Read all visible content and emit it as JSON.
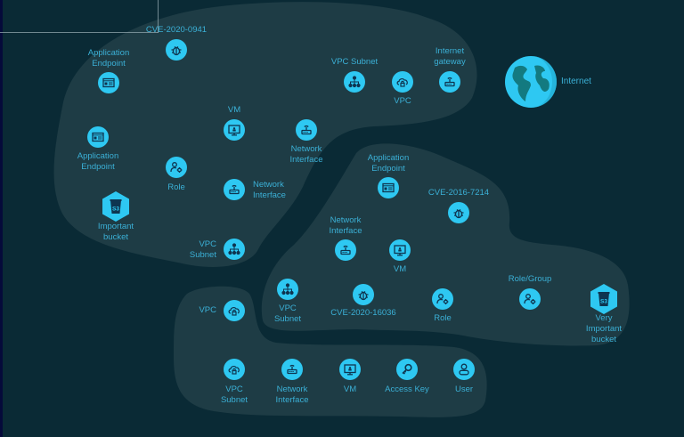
{
  "colors": {
    "background": "#0a2a35",
    "group_fill": "#1e3c45",
    "icon_fill": "#2ec8f2",
    "icon_glyph": "#0e3550",
    "label": "#3bb0d6"
  },
  "internet": {
    "label": "Internet",
    "icon": "globe-icon"
  },
  "groups": [
    {
      "name": "top-left-group",
      "nodes": [
        {
          "id": "cve-2020-0941",
          "label": "CVE-2020-0941",
          "icon": "bug-icon"
        },
        {
          "id": "app-endpoint-1",
          "label_l1": "Application",
          "label_l2": "Endpoint",
          "icon": "app-endpoint-icon"
        },
        {
          "id": "vpc-subnet-1",
          "label": "VPC Subnet",
          "icon": "subnet-icon"
        },
        {
          "id": "vpc-1",
          "label": "VPC",
          "icon": "cloud-lock-icon"
        },
        {
          "id": "internet-gateway",
          "label_l1": "Internet",
          "label_l2": "gateway",
          "icon": "router-icon"
        },
        {
          "id": "vm-1",
          "label": "VM",
          "icon": "monitor-icon"
        },
        {
          "id": "network-interface-1",
          "label_l1": "Network",
          "label_l2": "Interface",
          "icon": "router-icon"
        },
        {
          "id": "app-endpoint-2",
          "label_l1": "Application",
          "label_l2": "Endpoint",
          "icon": "app-endpoint-icon"
        },
        {
          "id": "role-1",
          "label": "Role",
          "icon": "role-icon"
        },
        {
          "id": "network-interface-2",
          "label_l1": "Network",
          "label_l2": "Interface",
          "icon": "router-icon"
        },
        {
          "id": "important-bucket",
          "label_l1": "Important",
          "label_l2": "bucket",
          "icon": "s3-bucket-icon"
        },
        {
          "id": "vpc-subnet-2",
          "label_l1": "VPC",
          "label_l2": "Subnet",
          "icon": "subnet-icon"
        }
      ]
    },
    {
      "name": "right-group",
      "nodes": [
        {
          "id": "app-endpoint-3",
          "label_l1": "Application",
          "label_l2": "Endpoint",
          "icon": "app-endpoint-icon"
        },
        {
          "id": "cve-2016-7214",
          "label": "CVE-2016-7214",
          "icon": "bug-icon"
        },
        {
          "id": "network-interface-3",
          "label_l1": "Network",
          "label_l2": "Interface",
          "icon": "router-icon"
        },
        {
          "id": "vm-2",
          "label": "VM",
          "icon": "monitor-icon"
        },
        {
          "id": "vpc-subnet-3",
          "label_l1": "VPC",
          "label_l2": "Subnet",
          "icon": "subnet-icon"
        },
        {
          "id": "cve-2020-16036",
          "label": "CVE-2020-16036",
          "icon": "bug-icon"
        },
        {
          "id": "role-2",
          "label": "Role",
          "icon": "role-icon"
        },
        {
          "id": "role-group",
          "label": "Role/Group",
          "icon": "role-icon"
        },
        {
          "id": "very-important-bucket",
          "label_l1": "Very",
          "label_l2": "Important",
          "label_l3": "bucket",
          "icon": "s3-bucket-icon"
        }
      ]
    },
    {
      "name": "bottom-group",
      "nodes": [
        {
          "id": "vpc-2",
          "label": "VPC",
          "icon": "cloud-lock-icon"
        },
        {
          "id": "vpc-subnet-4",
          "label_l1": "VPC",
          "label_l2": "Subnet",
          "icon": "cloud-lock-icon"
        },
        {
          "id": "network-interface-4",
          "label_l1": "Network",
          "label_l2": "Interface",
          "icon": "router-icon"
        },
        {
          "id": "vm-3",
          "label": "VM",
          "icon": "monitor-icon"
        },
        {
          "id": "access-key",
          "label": "Access Key",
          "icon": "key-icon"
        },
        {
          "id": "user",
          "label": "User",
          "icon": "user-icon"
        }
      ]
    }
  ]
}
